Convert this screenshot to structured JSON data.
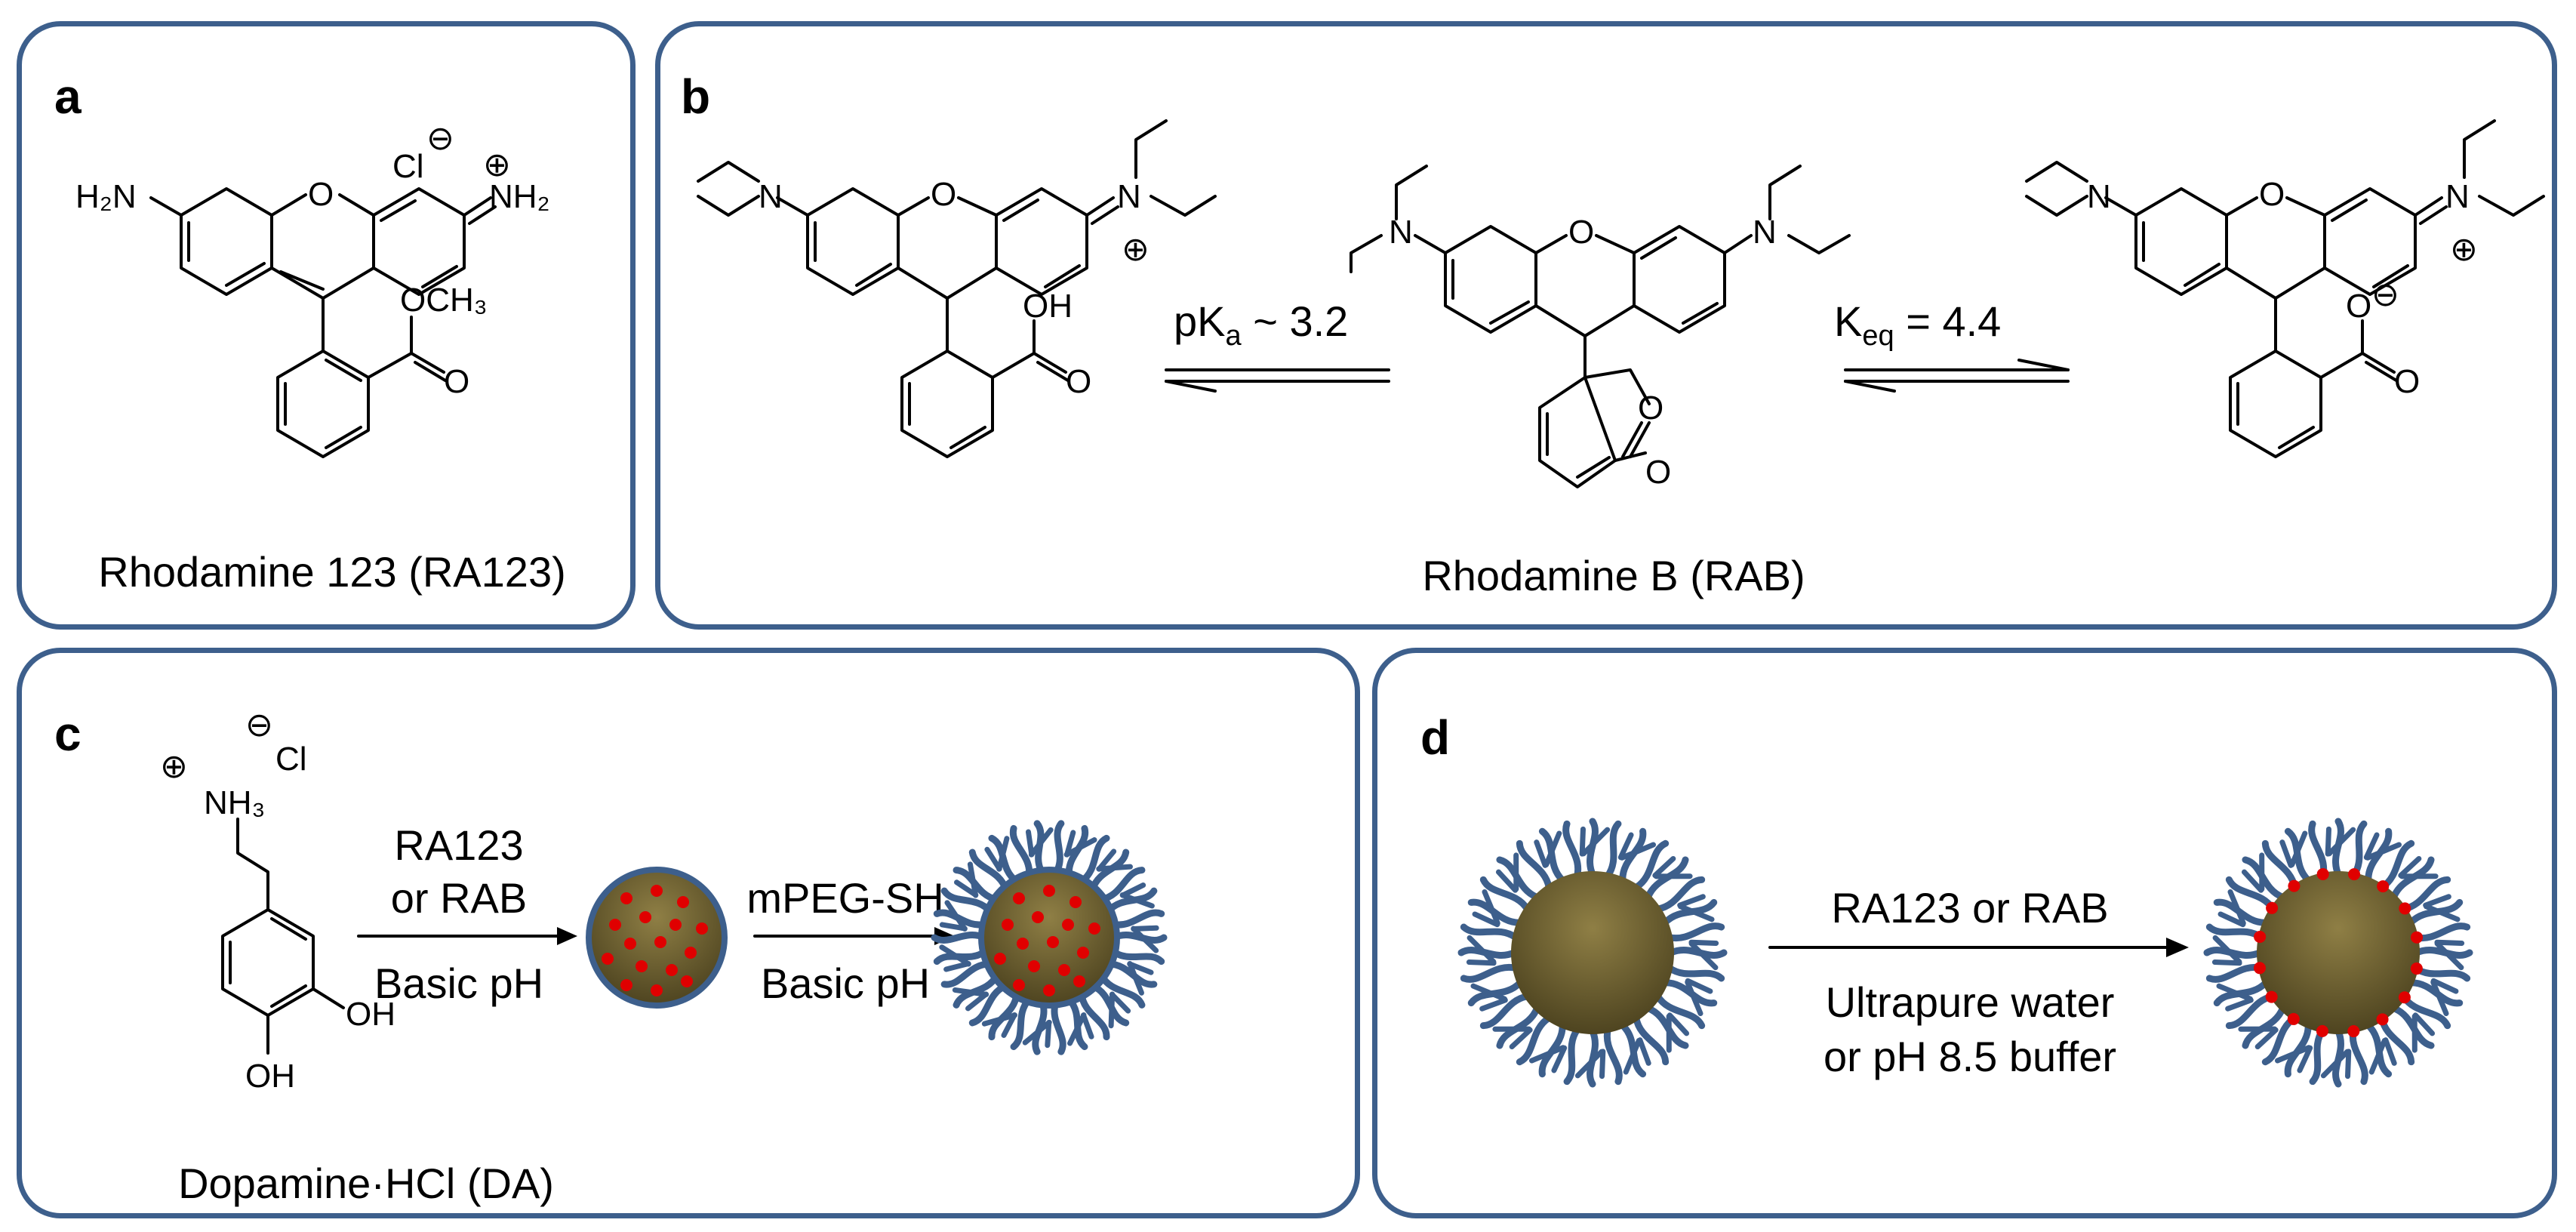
{
  "panels": {
    "a": {
      "label": "a",
      "caption": "Rhodamine 123 (RA123)"
    },
    "b": {
      "label": "b",
      "caption": "Rhodamine B (RAB)",
      "pka_main": "pK",
      "pka_sub": "a",
      "pka_value": " ~ 3.2",
      "keq_main": "K",
      "keq_sub": "eq",
      "keq_value": " = 4.4"
    },
    "c": {
      "label": "c",
      "caption": "Dopamine·HCl (DA)",
      "step1_top1": "RA123",
      "step1_top2": "or RAB",
      "step1_bottom": "Basic pH",
      "step2_top": "mPEG-SH",
      "step2_bottom": "Basic pH"
    },
    "d": {
      "label": "d",
      "arrow_top": "RA123 or RAB",
      "arrow_bottom1": "Ultrapure water",
      "arrow_bottom2": "or pH 8.5 buffer"
    }
  },
  "atoms": {
    "o": "O",
    "n": "N",
    "oh": "OH",
    "cl": "Cl",
    "h2n": "H₂N",
    "nh2": "NH₂",
    "nh3": "NH₃",
    "och3": "OCH₃",
    "plus": "⊕",
    "minus": "⊖"
  },
  "colors": {
    "panel_border": "#3d5f8c",
    "particle_core": "#6b5d2e",
    "particle_rim": "#3d5f8c",
    "dye_dot": "#e00000",
    "peg_chain": "#3d5f8c"
  }
}
